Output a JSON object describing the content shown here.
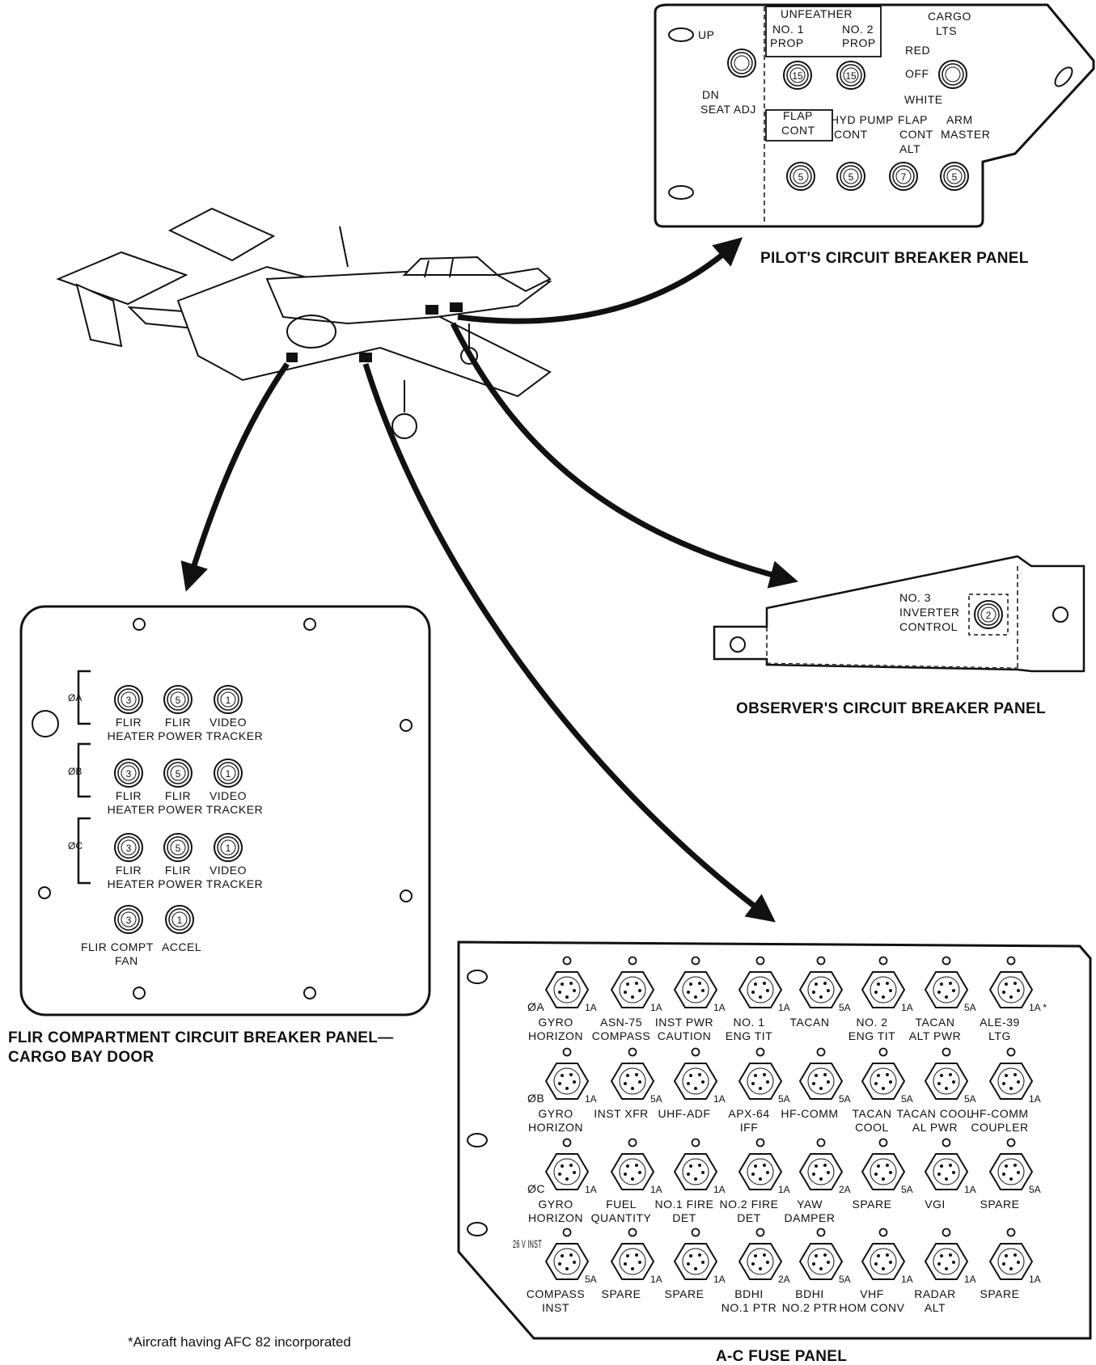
{
  "pilot_panel": {
    "caption": "PILOT'S CIRCUIT BREAKER PANEL",
    "up": "UP",
    "dn": "DN",
    "seat_adj": "SEAT ADJ",
    "unfeather": "UNFEATHER",
    "no1": "NO. 1",
    "no2": "NO. 2",
    "prop": "PROP",
    "cargo": "CARGO",
    "lts": "LTS",
    "red": "RED",
    "off": "OFF",
    "white": "WHITE",
    "flap": "FLAP",
    "cont": "CONT",
    "hyd_pump": "HYD PUMP",
    "flap_short": "FLAP",
    "alt": "ALT",
    "arm": "ARM",
    "master": "MASTER",
    "breakers": [
      "15",
      "15",
      "5",
      "5",
      "7",
      "5"
    ]
  },
  "observer_panel": {
    "caption": "OBSERVER'S CIRCUIT BREAKER PANEL",
    "line1": "NO. 3",
    "line2": "INVERTER",
    "line3": "CONTROL",
    "rating": "2"
  },
  "flir_panel": {
    "caption_line1": "FLIR COMPARTMENT CIRCUIT BREAKER PANEL—",
    "caption_line2": "CARGO BAY DOOR",
    "phases": [
      "ØA",
      "ØB",
      "ØC"
    ],
    "ratings": [
      "3",
      "5",
      "1"
    ],
    "label_top": [
      "FLIR",
      "FLIR",
      "VIDEO"
    ],
    "label_bottom": [
      "HEATER",
      "POWER",
      "TRACKER"
    ],
    "extra_ratings": [
      "3",
      "1"
    ],
    "flir_compt": "FLIR COMPT",
    "fan": "FAN",
    "accel": "ACCEL"
  },
  "fuse_panel": {
    "caption": "A-C FUSE PANEL",
    "rows": [
      {
        "phase": "ØA",
        "fuses": [
          {
            "amp": "1A",
            "l1": "GYRO",
            "l2": "HORIZON"
          },
          {
            "amp": "1A",
            "l1": "ASN-75",
            "l2": "COMPASS"
          },
          {
            "amp": "1A",
            "l1": "INST PWR",
            "l2": "CAUTION"
          },
          {
            "amp": "1A",
            "l1": "NO. 1",
            "l2": "ENG TIT"
          },
          {
            "amp": "5A",
            "l1": "TACAN",
            "l2": ""
          },
          {
            "amp": "1A",
            "l1": "NO. 2",
            "l2": "ENG TIT"
          },
          {
            "amp": "5A",
            "l1": "TACAN",
            "l2": "ALT PWR"
          },
          {
            "amp": "1A *",
            "l1": "ALE-39",
            "l2": "LTG"
          }
        ]
      },
      {
        "phase": "ØB",
        "fuses": [
          {
            "amp": "1A",
            "l1": "GYRO",
            "l2": "HORIZON"
          },
          {
            "amp": "5A",
            "l1": "INST XFR",
            "l2": ""
          },
          {
            "amp": "1A",
            "l1": "UHF-ADF",
            "l2": ""
          },
          {
            "amp": "5A",
            "l1": "APX-64",
            "l2": "IFF"
          },
          {
            "amp": "5A",
            "l1": "HF-COMM",
            "l2": ""
          },
          {
            "amp": "5A",
            "l1": "TACAN",
            "l2": "COOL"
          },
          {
            "amp": "5A",
            "l1": "TACAN COOL",
            "l2": "AL PWR"
          },
          {
            "amp": "1A",
            "l1": "HF-COMM",
            "l2": "COUPLER"
          }
        ]
      },
      {
        "phase": "ØC",
        "fuses": [
          {
            "amp": "1A",
            "l1": "GYRO",
            "l2": "HORIZON"
          },
          {
            "amp": "1A",
            "l1": "FUEL",
            "l2": "QUANTITY"
          },
          {
            "amp": "1A",
            "l1": "NO.1 FIRE",
            "l2": "DET"
          },
          {
            "amp": "1A",
            "l1": "NO.2 FIRE",
            "l2": "DET"
          },
          {
            "amp": "2A",
            "l1": "YAW",
            "l2": "DAMPER"
          },
          {
            "amp": "5A",
            "l1": "SPARE",
            "l2": ""
          },
          {
            "amp": "1A",
            "l1": "VGI",
            "l2": ""
          },
          {
            "amp": "5A",
            "l1": "SPARE",
            "l2": ""
          }
        ]
      },
      {
        "phase": "26 V INST",
        "fuses": [
          {
            "amp": "5A",
            "l1": "COMPASS",
            "l2": "INST"
          },
          {
            "amp": "1A",
            "l1": "SPARE",
            "l2": ""
          },
          {
            "amp": "1A",
            "l1": "SPARE",
            "l2": ""
          },
          {
            "amp": "2A",
            "l1": "BDHI",
            "l2": "NO.1 PTR"
          },
          {
            "amp": "5A",
            "l1": "BDHI",
            "l2": "NO.2 PTR"
          },
          {
            "amp": "1A",
            "l1": "VHF",
            "l2": "HOM CONV"
          },
          {
            "amp": "1A",
            "l1": "RADAR",
            "l2": "ALT"
          },
          {
            "amp": "1A",
            "l1": "SPARE",
            "l2": ""
          }
        ]
      }
    ]
  },
  "footnote": "*Aircraft having AFC 82 incorporated"
}
